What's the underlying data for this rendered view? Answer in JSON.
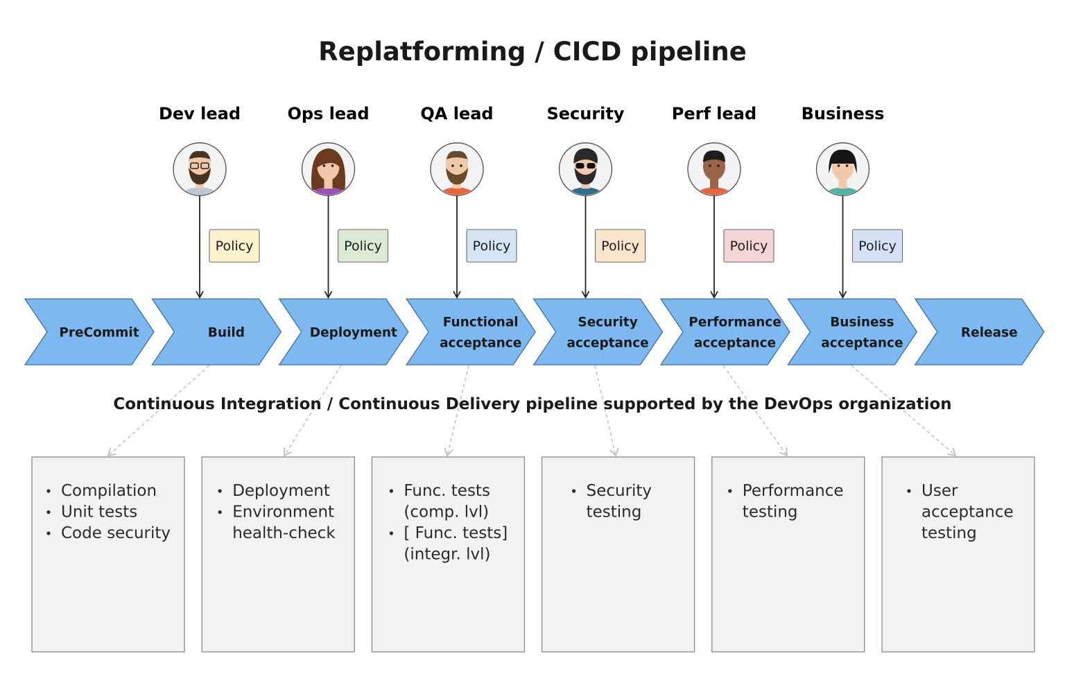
{
  "diagram": {
    "title": "Replatforming / CICD pipeline",
    "caption": "Continuous Integration / Continuous Delivery pipeline supported by the DevOps organization",
    "colors": {
      "stage_fill": "#7db9f0",
      "stage_stroke": "#3a6f9e",
      "box_fill": "#f2f2f2",
      "box_stroke": "#8a8a8a",
      "connector": "#c4c4c4"
    },
    "roles": [
      {
        "label": "Dev lead",
        "avatar": "bearded-man-glasses-avatar",
        "policy": "Policy",
        "policy_color": "#fcf2cb",
        "shirt": "#b8c8d8"
      },
      {
        "label": "Ops lead",
        "avatar": "long-haired-woman-avatar",
        "policy": "Policy",
        "policy_color": "#dcead4",
        "shirt": "#9b4fb8"
      },
      {
        "label": "QA lead",
        "avatar": "bearded-man-avatar",
        "policy": "Policy",
        "policy_color": "#d5e4f2",
        "shirt": "#e8653c"
      },
      {
        "label": "Security",
        "avatar": "bearded-man-sunglasses-avatar",
        "policy": "Policy",
        "policy_color": "#fbe6cd",
        "shirt": "#2f6f8f"
      },
      {
        "label": "Perf lead",
        "avatar": "dark-skinned-man-avatar",
        "policy": "Policy",
        "policy_color": "#f4d5d5",
        "shirt": "#e8653c"
      },
      {
        "label": "Business",
        "avatar": "bob-haired-woman-avatar",
        "policy": "Policy",
        "policy_color": "#d7e1f6",
        "shirt": "#4fb3a8"
      }
    ],
    "stages": [
      {
        "lines": [
          "PreCommit"
        ]
      },
      {
        "lines": [
          "Build"
        ]
      },
      {
        "lines": [
          "Deployment"
        ]
      },
      {
        "lines": [
          "Functional",
          "acceptance"
        ]
      },
      {
        "lines": [
          "Security",
          "acceptance"
        ]
      },
      {
        "lines": [
          "Performance",
          "acceptance"
        ]
      },
      {
        "lines": [
          "Business",
          "acceptance"
        ]
      },
      {
        "lines": [
          "Release"
        ]
      }
    ],
    "boxes": [
      {
        "items": [
          [
            "Compilation"
          ],
          [
            "Unit tests"
          ],
          [
            "Code security"
          ]
        ]
      },
      {
        "items": [
          [
            "Deployment"
          ],
          [
            "Environment",
            "health-check"
          ]
        ]
      },
      {
        "items": [
          [
            "Func. tests",
            "(comp. lvl)"
          ],
          [
            "[ Func. tests]",
            "(integr. lvl)"
          ]
        ]
      },
      {
        "items": [
          [
            "Security",
            "testing"
          ]
        ]
      },
      {
        "items": [
          [
            "Performance",
            "testing"
          ]
        ]
      },
      {
        "items": [
          [
            "User",
            "acceptance",
            "testing"
          ]
        ]
      }
    ]
  }
}
